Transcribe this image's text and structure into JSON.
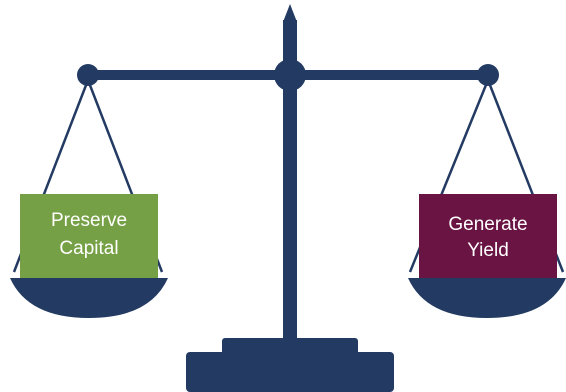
{
  "colors": {
    "scale": "#233a62",
    "left_box": "#76a045",
    "right_box": "#6a1444",
    "label_text": "#ffffff"
  },
  "left_box": {
    "line1": "Preserve",
    "line2": "Capital"
  },
  "right_box": {
    "line1": "Generate",
    "line2": "Yield"
  }
}
